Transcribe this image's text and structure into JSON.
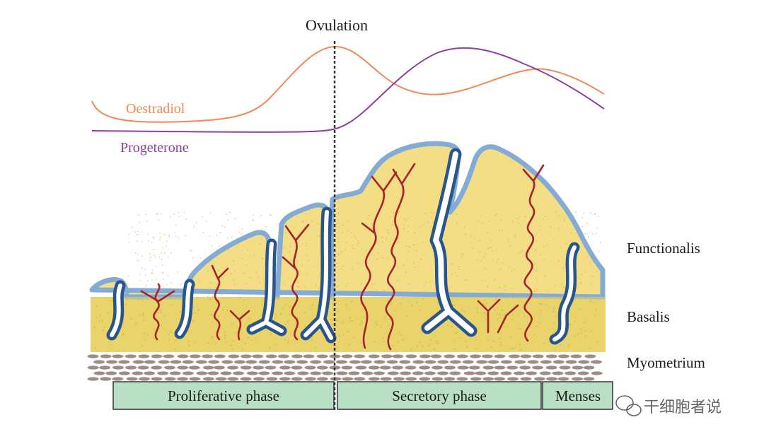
{
  "title": "Ovulation",
  "hormones": {
    "oestradiol": {
      "label": "Oestradiol",
      "color": "#F08A58"
    },
    "progesterone": {
      "label": "Progeterone",
      "color": "#8E3FA0"
    }
  },
  "layers": {
    "functionalis": "Functionalis",
    "basalis": "Basalis",
    "myometrium": "Myometrium"
  },
  "phases": {
    "proliferative": "Proliferative phase",
    "secretory": "Secretory phase",
    "menses": "Menses"
  },
  "watermark": {
    "text": "干细胞者说",
    "icon": "wechat-icon"
  },
  "colors": {
    "tissue": "#F2DE86",
    "basalis": "#E8D26A",
    "epithelium": "#84ABD4",
    "gland_dark": "#27558C",
    "vessel": "#A8222C",
    "myometrium": "#9C8C86",
    "phase_box": "#B9E0C4",
    "phase_border": "#333333"
  }
}
